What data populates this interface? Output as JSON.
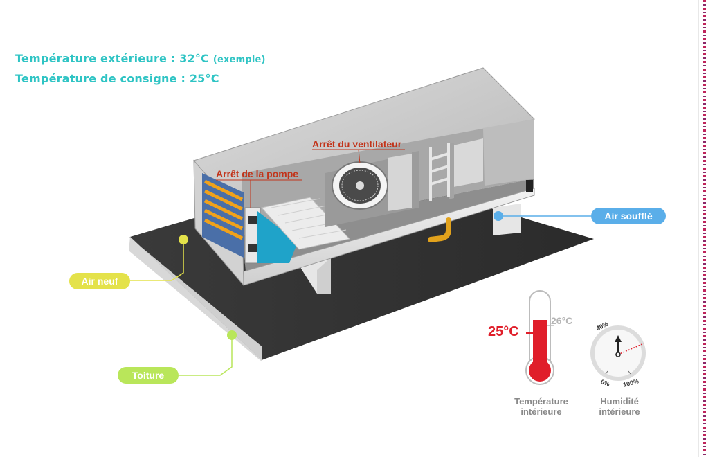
{
  "header": {
    "line1_main": "Température extérieure : 32°C",
    "line1_note": "(exemple)",
    "line2": "Température de consigne : 25°C"
  },
  "labels": {
    "air_neuf": "Air neuf",
    "toiture": "Toiture",
    "air_souffle": "Air soufflé",
    "arret_ventilateur": "Arrêt du ventilateur",
    "arret_pompe": "Arrêt de la pompe"
  },
  "thermometer": {
    "current": "25°C",
    "target": "26°C",
    "caption_line1": "Température",
    "caption_line2": "intérieure"
  },
  "hygrometer": {
    "tick_40": "40%",
    "tick_0": "0%",
    "tick_100": "100%",
    "caption_line1": "Humidité",
    "caption_line2": "intérieure"
  },
  "colors": {
    "header": "#2fc4c4",
    "red_label": "#c2341a",
    "air_neuf": "#e4e24a",
    "toiture": "#b9e65a",
    "air_souffle": "#5aaee9",
    "temp_current": "#e01e2a"
  }
}
